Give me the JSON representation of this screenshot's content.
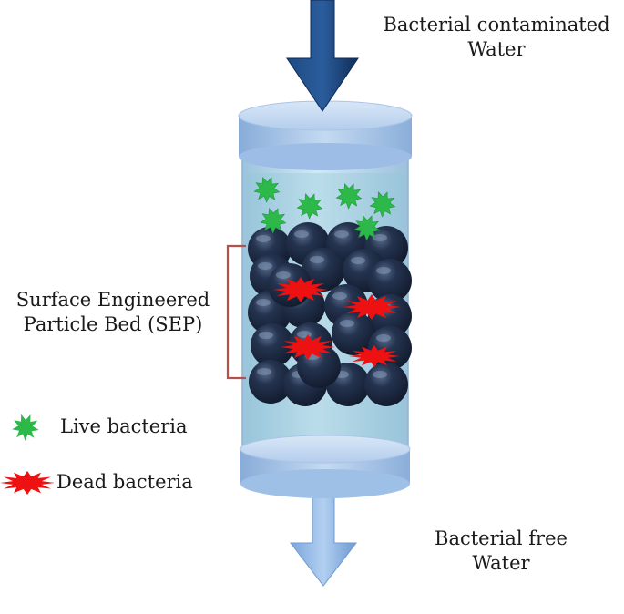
{
  "labels": {
    "inlet": [
      "Bacterial contaminated",
      "Water"
    ],
    "outlet": [
      "Bacterial free",
      "Water"
    ],
    "bed": [
      "Surface Engineered",
      "Particle Bed (SEP)"
    ]
  },
  "legend": [
    {
      "key": "live",
      "label": "Live bacteria",
      "color": "#2db84a"
    },
    {
      "key": "dead",
      "label": "Dead bacteria",
      "color": "#ee1111"
    }
  ],
  "colors": {
    "inlet_arrow": "#173a6c",
    "outlet_arrow": "#8fb6e4",
    "column_glass": "#b9d7ea",
    "column_cap": "#a9c7ea",
    "particle": "#1c2a44",
    "bracket": "#b5504a"
  }
}
